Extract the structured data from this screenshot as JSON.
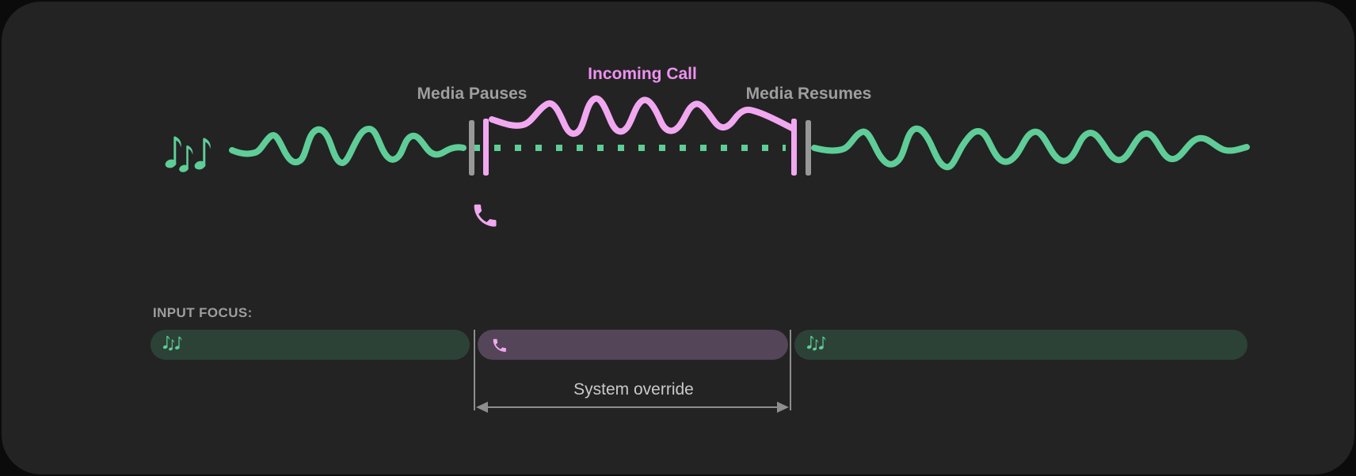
{
  "colors": {
    "page_bg": "#0B0B0C",
    "card_bg": "#232323",
    "media_green": "#5FCD97",
    "call_pink": "#F1A8F0",
    "call_pink_text": "#EE92F0",
    "marker_gray": "#989898",
    "label_gray": "#9E9E9E",
    "focus_green": "#2D4237",
    "focus_purple": "#544558",
    "measure_gray": "#8E8E8E",
    "override_text": "#C9C9C9"
  },
  "timeline": {
    "media_pauses_label": "Media Pauses",
    "incoming_call_label": "Incoming Call",
    "media_resumes_label": "Media Resumes",
    "media_icon": "music-notes-icon",
    "call_icon": "phone-icon"
  },
  "focus": {
    "heading": "INPUT FOCUS:",
    "override_label": "System override",
    "segments": [
      {
        "kind": "media",
        "icon": "music-notes-icon"
      },
      {
        "kind": "call",
        "icon": "phone-icon"
      },
      {
        "kind": "media",
        "icon": "music-notes-icon"
      }
    ]
  }
}
